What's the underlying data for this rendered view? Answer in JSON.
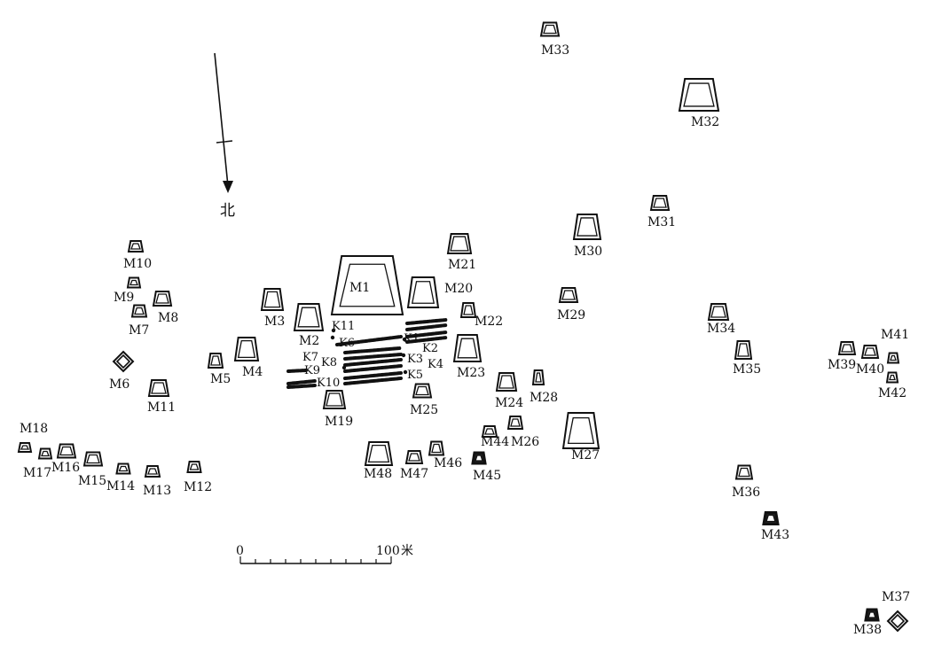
{
  "north_label": "北",
  "scale": {
    "zero": "0",
    "max": "100",
    "unit": "米"
  },
  "tombs": [
    {
      "id": "m1",
      "label": "M1"
    },
    {
      "id": "m2",
      "label": "M2"
    },
    {
      "id": "m3",
      "label": "M3"
    },
    {
      "id": "m4",
      "label": "M4"
    },
    {
      "id": "m5",
      "label": "M5"
    },
    {
      "id": "m6",
      "label": "M6"
    },
    {
      "id": "m7",
      "label": "M7"
    },
    {
      "id": "m8",
      "label": "M8"
    },
    {
      "id": "m9",
      "label": "M9"
    },
    {
      "id": "m10",
      "label": "M10"
    },
    {
      "id": "m11",
      "label": "M11"
    },
    {
      "id": "m12",
      "label": "M12"
    },
    {
      "id": "m13",
      "label": "M13"
    },
    {
      "id": "m14",
      "label": "M14"
    },
    {
      "id": "m15",
      "label": "M15"
    },
    {
      "id": "m16",
      "label": "M16"
    },
    {
      "id": "m17",
      "label": "M17"
    },
    {
      "id": "m18",
      "label": "M18"
    },
    {
      "id": "m19",
      "label": "M19"
    },
    {
      "id": "m20",
      "label": "M20"
    },
    {
      "id": "m21",
      "label": "M21"
    },
    {
      "id": "m22",
      "label": "M22"
    },
    {
      "id": "m23",
      "label": "M23"
    },
    {
      "id": "m24",
      "label": "M24"
    },
    {
      "id": "m25",
      "label": "M25"
    },
    {
      "id": "m26",
      "label": "M26"
    },
    {
      "id": "m27",
      "label": "M27"
    },
    {
      "id": "m28",
      "label": "M28"
    },
    {
      "id": "m29",
      "label": "M29"
    },
    {
      "id": "m30",
      "label": "M30"
    },
    {
      "id": "m31",
      "label": "M31"
    },
    {
      "id": "m32",
      "label": "M32"
    },
    {
      "id": "m33",
      "label": "M33"
    },
    {
      "id": "m34",
      "label": "M34"
    },
    {
      "id": "m35",
      "label": "M35"
    },
    {
      "id": "m36",
      "label": "M36"
    },
    {
      "id": "m37",
      "label": "M37"
    },
    {
      "id": "m38",
      "label": "M38"
    },
    {
      "id": "m39",
      "label": "M39"
    },
    {
      "id": "m40",
      "label": "M40"
    },
    {
      "id": "m41",
      "label": "M41"
    },
    {
      "id": "m42",
      "label": "M42"
    },
    {
      "id": "m43",
      "label": "M43"
    },
    {
      "id": "m44",
      "label": "M44"
    },
    {
      "id": "m45",
      "label": "M45"
    },
    {
      "id": "m46",
      "label": "M46"
    },
    {
      "id": "m47",
      "label": "M47"
    },
    {
      "id": "m48",
      "label": "M48"
    }
  ],
  "pits": [
    {
      "id": "k1",
      "label": "K1"
    },
    {
      "id": "k2",
      "label": "K2"
    },
    {
      "id": "k3",
      "label": "K3"
    },
    {
      "id": "k4",
      "label": "K4"
    },
    {
      "id": "k5",
      "label": "K5"
    },
    {
      "id": "k6",
      "label": "K6"
    },
    {
      "id": "k7",
      "label": "K7"
    },
    {
      "id": "k8",
      "label": "K8"
    },
    {
      "id": "k9",
      "label": "K9"
    },
    {
      "id": "k10",
      "label": "K10"
    },
    {
      "id": "k11",
      "label": "K11"
    }
  ]
}
